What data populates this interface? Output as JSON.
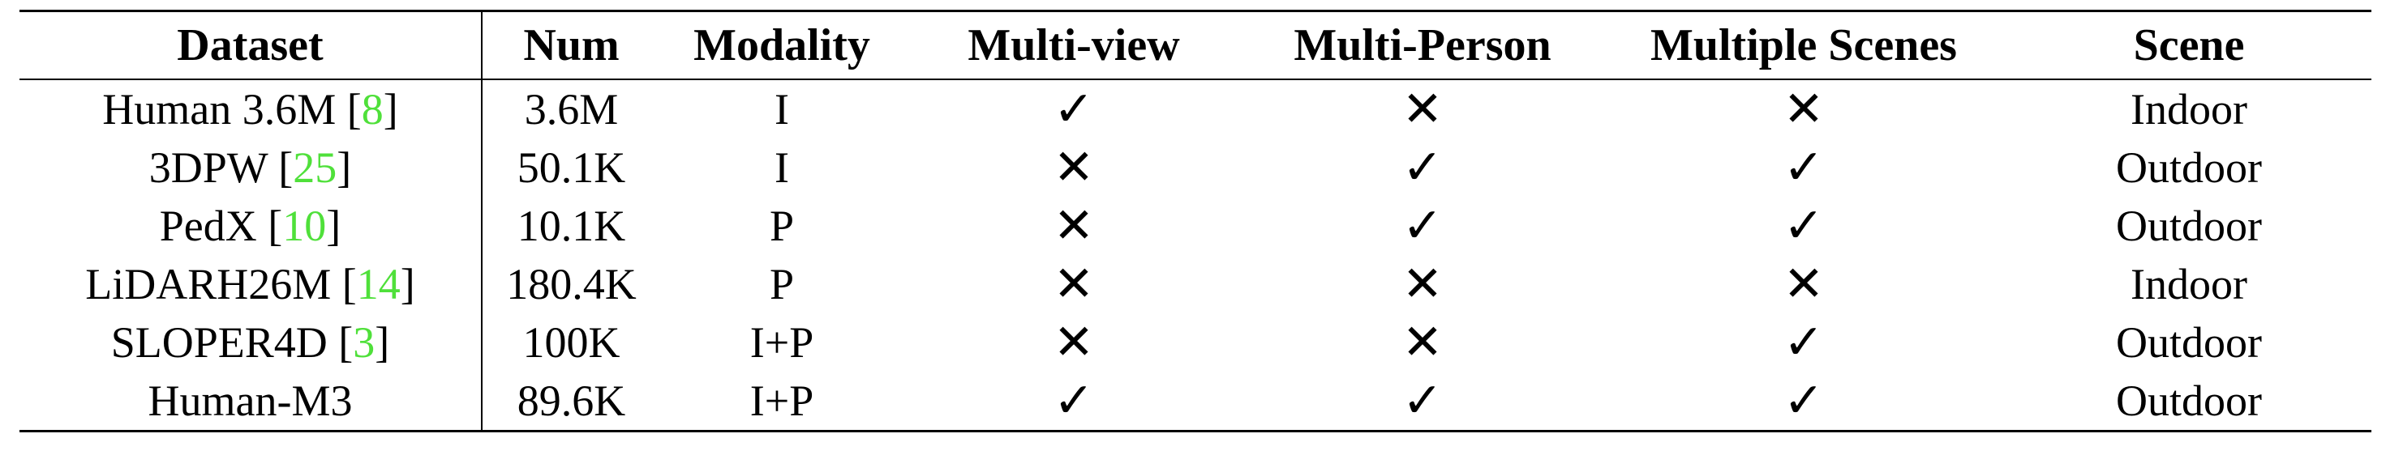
{
  "table": {
    "headers": [
      "Dataset",
      "Num",
      "Modality",
      "Multi-view",
      "Multi-Person",
      "Multiple Scenes",
      "Scene"
    ],
    "rows": [
      {
        "dataset": "Human 3.6M",
        "cite": "8",
        "num": "3.6M",
        "modality": "I",
        "multi_view": "check",
        "multi_person": "cross",
        "multiple_scenes": "cross",
        "scene": "Indoor"
      },
      {
        "dataset": "3DPW",
        "cite": "25",
        "num": "50.1K",
        "modality": "I",
        "multi_view": "cross",
        "multi_person": "check",
        "multiple_scenes": "check",
        "scene": "Outdoor"
      },
      {
        "dataset": "PedX",
        "cite": "10",
        "num": "10.1K",
        "modality": "P",
        "multi_view": "cross",
        "multi_person": "check",
        "multiple_scenes": "check",
        "scene": "Outdoor"
      },
      {
        "dataset": "LiDARH26M",
        "cite": "14",
        "num": "180.4K",
        "modality": "P",
        "multi_view": "cross",
        "multi_person": "cross",
        "multiple_scenes": "cross",
        "scene": "Indoor"
      },
      {
        "dataset": "SLOPER4D",
        "cite": "3",
        "num": "100K",
        "modality": "I+P",
        "multi_view": "cross",
        "multi_person": "cross",
        "multiple_scenes": "check",
        "scene": "Outdoor"
      },
      {
        "dataset": "Human-M3",
        "cite": "",
        "num": "89.6K",
        "modality": "I+P",
        "multi_view": "check",
        "multi_person": "check",
        "multiple_scenes": "check",
        "scene": "Outdoor"
      }
    ]
  },
  "symbols": {
    "check": "✓",
    "cross": "✕"
  },
  "colors": {
    "citation": "#4fe03a",
    "text": "#000000",
    "rule": "#000000"
  }
}
